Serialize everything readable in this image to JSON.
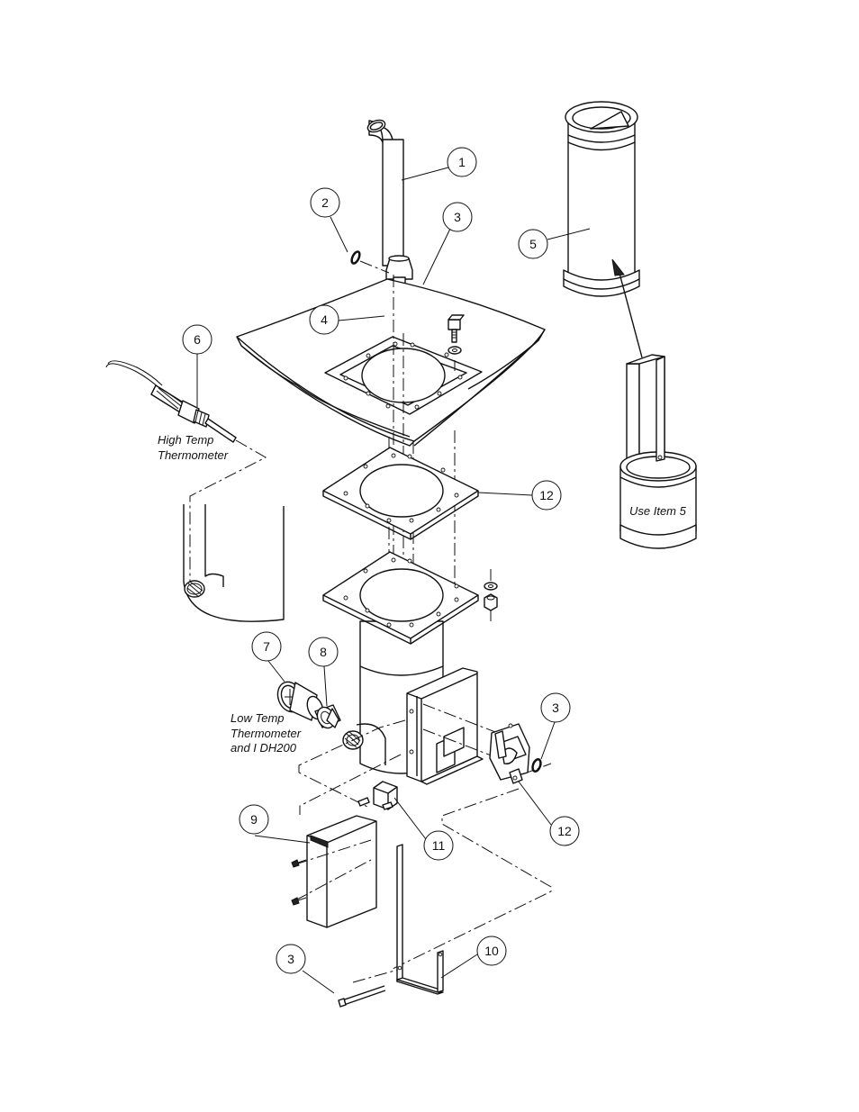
{
  "balloons": [
    {
      "id": "b1",
      "num": "1"
    },
    {
      "id": "b2",
      "num": "2"
    },
    {
      "id": "b3a",
      "num": "3"
    },
    {
      "id": "b4",
      "num": "4"
    },
    {
      "id": "b5",
      "num": "5"
    },
    {
      "id": "b6",
      "num": "6"
    },
    {
      "id": "b12a",
      "num": "12"
    },
    {
      "id": "b7",
      "num": "7"
    },
    {
      "id": "b8",
      "num": "8"
    },
    {
      "id": "b3b",
      "num": "3"
    },
    {
      "id": "b12b",
      "num": "12"
    },
    {
      "id": "b9",
      "num": "9"
    },
    {
      "id": "b11",
      "num": "11"
    },
    {
      "id": "b10",
      "num": "10"
    },
    {
      "id": "b3c",
      "num": "3"
    }
  ],
  "notes": {
    "high_temp_1": "High Temp",
    "high_temp_2": "Thermometer",
    "low_temp_1": "Low Temp",
    "low_temp_2": "Thermometer",
    "low_temp_3": "and I DH200",
    "use_item": "Use Item 5"
  }
}
